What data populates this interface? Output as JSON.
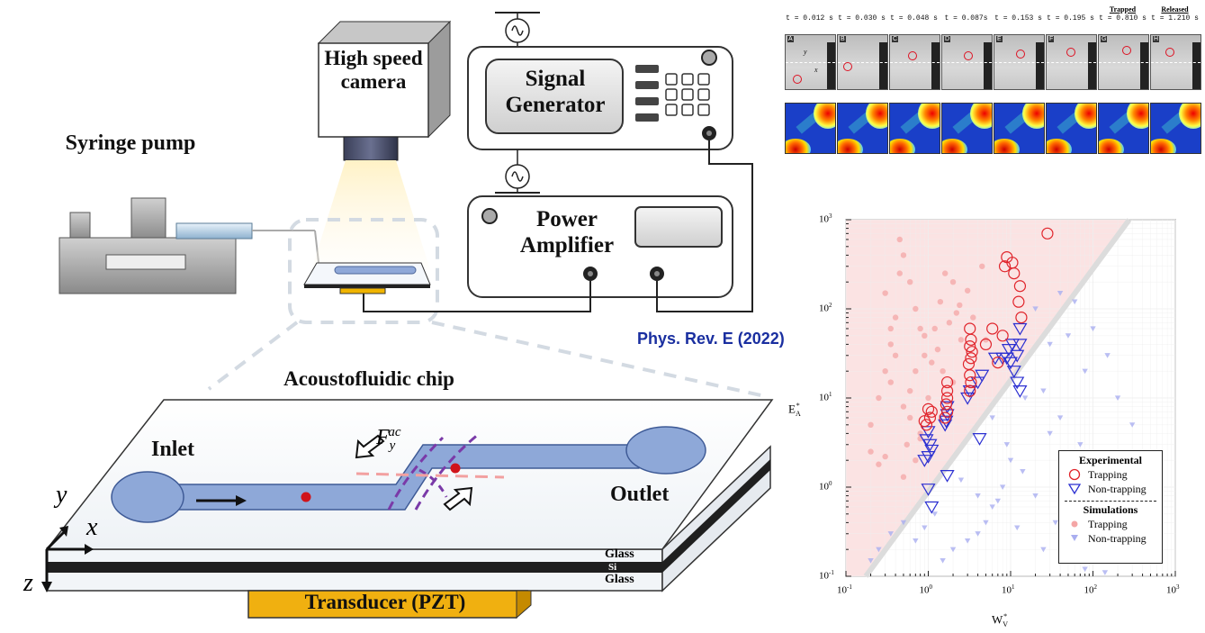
{
  "setup": {
    "syringe_pump": "Syringe pump",
    "camera": "High speed camera",
    "signal_generator": "Signal Generator",
    "power_amplifier": "Power Amplifier",
    "citation": "Phys. Rev. E (2022)"
  },
  "chip": {
    "title": "Acoustofluidic chip",
    "inlet": "Inlet",
    "outlet": "Outlet",
    "force_label": "F",
    "force_sub": "y",
    "force_sup": "ac",
    "axis_x": "x",
    "axis_y": "y",
    "axis_z": "z",
    "layers": [
      "Glass",
      "Si",
      "Glass"
    ],
    "transducer": "Transducer (PZT)"
  },
  "strip": {
    "frames": [
      {
        "letter": "A",
        "time": "t = 0.012 s",
        "tag": ""
      },
      {
        "letter": "B",
        "time": "t = 0.030 s",
        "tag": ""
      },
      {
        "letter": "C",
        "time": "t = 0.048 s",
        "tag": ""
      },
      {
        "letter": "D",
        "time": "t = 0.087s",
        "tag": ""
      },
      {
        "letter": "E",
        "time": "t = 0.153 s",
        "tag": ""
      },
      {
        "letter": "F",
        "time": "t = 0.195 s",
        "tag": ""
      },
      {
        "letter": "G",
        "time": "t = 0.810 s",
        "tag": "Trapped"
      },
      {
        "letter": "H",
        "time": "t = 1.210 s",
        "tag": "Released"
      }
    ],
    "axis_y": "y",
    "axis_x": "x"
  },
  "chart_data": {
    "type": "scatter",
    "xscale": "log",
    "yscale": "log",
    "xlim": [
      0.1,
      1000
    ],
    "ylim": [
      0.1,
      1000
    ],
    "xlabel": "W",
    "xlabel_sub": "V",
    "xlabel_sup": "*",
    "ylabel": "E",
    "ylabel_sub": "A",
    "ylabel_sup": "*",
    "x_ticks": [
      "10",
      "10",
      "10",
      "10",
      "10"
    ],
    "x_tick_exps": [
      "-1",
      "0",
      "1",
      "2",
      "3"
    ],
    "y_ticks": [
      "10",
      "10",
      "10",
      "10",
      "10"
    ],
    "y_tick_exps": [
      "-1",
      "0",
      "1",
      "2",
      "3"
    ],
    "legend": {
      "experimental_title": "Experimental",
      "simulations_title": "Simulations",
      "trapping": "Trapping",
      "non_trapping": "Non-trapping"
    },
    "colors": {
      "trapping": "#e0242b",
      "non_trapping": "#2b2fd1",
      "trap_region": "#fbe3e3",
      "sim_trap": "#f4a6a6",
      "sim_nontrap": "#a9aef0"
    },
    "series": [
      {
        "name": "Trapping",
        "group": "Experimental",
        "x": [
          28,
          9,
          8.5,
          10.5,
          11,
          13,
          12.5,
          13.5,
          6,
          5,
          8,
          7,
          3.2,
          3.3,
          3.2,
          3.4,
          3.3,
          3.1,
          3.2,
          3.3,
          3.2,
          1.7,
          1.7,
          1.7,
          1.65,
          1.7,
          1.6,
          1.1,
          1.05,
          0.9,
          1.0,
          0.95
        ],
        "y": [
          700,
          380,
          300,
          330,
          250,
          180,
          120,
          80,
          60,
          40,
          50,
          25,
          60,
          45,
          38,
          33,
          28,
          24,
          18,
          15,
          12,
          15,
          12,
          10,
          8.5,
          7,
          6,
          7,
          6,
          5.5,
          7.5,
          5
        ]
      },
      {
        "name": "Non-trapping",
        "group": "Experimental",
        "x": [
          13,
          13,
          12,
          10.5,
          9.5,
          10,
          11,
          12,
          13,
          9,
          8,
          6.5,
          4,
          4.5,
          3.2,
          3.0,
          1.7,
          1.7,
          1.65,
          1.6,
          1.0,
          0.95,
          1.05,
          1.1,
          1.0,
          0.9,
          1.0,
          1.7,
          1.1,
          4.2
        ],
        "y": [
          60,
          40,
          30,
          40,
          35,
          25,
          20,
          15,
          12,
          28,
          28,
          28,
          15,
          18,
          12,
          10,
          8,
          6.5,
          5.5,
          5,
          4.2,
          3.4,
          3.0,
          2.6,
          2.2,
          2.0,
          0.95,
          1.35,
          0.6,
          3.5
        ]
      }
    ],
    "simulation_series": [
      {
        "name": "Trapping",
        "group": "Simulations",
        "x": [
          0.2,
          0.25,
          0.3,
          0.35,
          0.4,
          0.3,
          0.45,
          0.5,
          0.6,
          0.7,
          0.8,
          0.9,
          0.5,
          0.6,
          0.55,
          0.7,
          0.8,
          1.2,
          1.4,
          1.6,
          2.0,
          2.2,
          2.5,
          0.4,
          0.35,
          0.9,
          1.1,
          1.5,
          2.4,
          3.0,
          4.5,
          0.25,
          0.6,
          0.8,
          1.3,
          1.8,
          0.45,
          0.7,
          1.0,
          2.0,
          3.5,
          5.0,
          0.3,
          0.5,
          0.2,
          0.35
        ],
        "y": [
          5,
          10,
          20,
          40,
          80,
          150,
          250,
          400,
          200,
          100,
          60,
          30,
          8,
          12,
          3,
          2,
          4,
          60,
          120,
          250,
          200,
          90,
          45,
          30,
          15,
          50,
          25,
          20,
          110,
          160,
          300,
          1.8,
          6,
          3.5,
          35,
          70,
          600,
          20,
          10,
          15,
          80,
          45,
          2.2,
          1.3,
          2.5,
          60
        ]
      },
      {
        "name": "Non-trapping",
        "group": "Simulations",
        "x": [
          20,
          40,
          60,
          100,
          150,
          30,
          50,
          80,
          200,
          300,
          15,
          25,
          40,
          70,
          120,
          10,
          8,
          6,
          5,
          4,
          3,
          2,
          1.5,
          1.2,
          0.9,
          0.7,
          0.5,
          0.35,
          0.25,
          0.2,
          30,
          50,
          90,
          160,
          250,
          6,
          9,
          14,
          20,
          35,
          2.5,
          4,
          7,
          12,
          25,
          45,
          80,
          140
        ],
        "y": [
          100,
          150,
          120,
          60,
          30,
          40,
          50,
          20,
          10,
          5,
          10,
          12,
          6,
          3,
          1.5,
          2,
          1,
          0.6,
          0.4,
          0.3,
          0.25,
          0.2,
          0.15,
          0.5,
          0.35,
          0.25,
          0.4,
          0.3,
          0.2,
          0.15,
          4,
          2,
          1,
          0.5,
          0.3,
          6,
          3,
          1.5,
          0.8,
          0.4,
          1.2,
          0.8,
          0.7,
          0.35,
          0.2,
          0.15,
          0.12,
          0.11
        ]
      }
    ],
    "boundary_line": {
      "x": [
        0.1,
        1000
      ],
      "y": [
        0.05,
        5000
      ]
    }
  }
}
